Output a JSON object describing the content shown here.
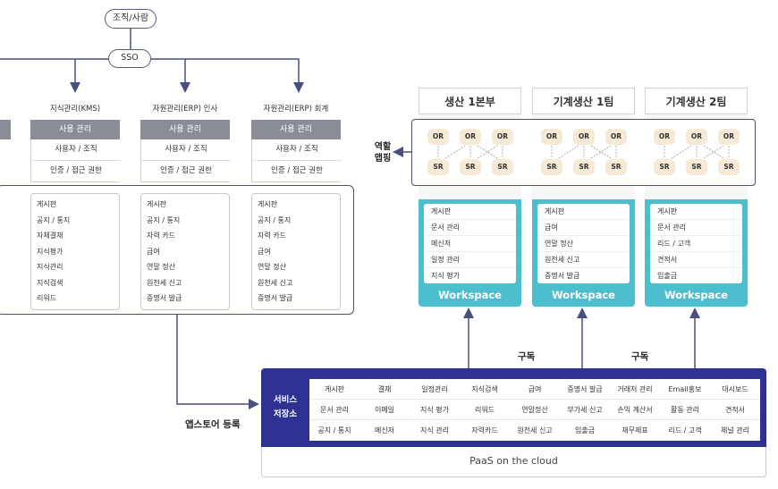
{
  "org_node": "조직/사람",
  "sso_node": "SSO",
  "systems": [
    {
      "title": "지식관리(KMS)",
      "head": "사용 관리",
      "auth": [
        "사용자 / 조직",
        "인증 / 접근 권한"
      ],
      "apps": [
        "게시판",
        "공지 / 통지",
        "자체결재",
        "지식평가",
        "지식관리",
        "지식검색",
        "리워드"
      ]
    },
    {
      "title": "자원관리(ERP) 인사",
      "head": "사용 관리",
      "auth": [
        "사용자 / 조직",
        "인증 / 접근 권한"
      ],
      "apps": [
        "게시판",
        "공지 / 통지",
        "자력 카드",
        "급여",
        "연말 정산",
        "원천세 신고",
        "증명서 발급"
      ]
    },
    {
      "title": "자원관리(ERP) 회계",
      "head": "사용 관리",
      "auth": [
        "사용자 / 조직",
        "인증 / 접근 권한"
      ],
      "apps": [
        "게시판",
        "공지 / 통지",
        "자력 카드",
        "급여",
        "연말 정산",
        "원천세 신고",
        "증명서 발급"
      ]
    }
  ],
  "workspaces": [
    {
      "name": "생산 1본부",
      "apps": [
        "게시판",
        "문서 관리",
        "메신저",
        "일정 관리",
        "지식 평가"
      ],
      "label": "Workspace"
    },
    {
      "name": "기계생산 1팀",
      "apps": [
        "게시판",
        "급여",
        "연말 정산",
        "원천세 신고",
        "증명서 발급"
      ],
      "label": "Workspace"
    },
    {
      "name": "기계생산 2팀",
      "apps": [
        "게시판",
        "문서 관리",
        "리드 / 고객",
        "견적서",
        "입출금"
      ],
      "label": "Workspace"
    }
  ],
  "role_mapping_label": "역할\n맵핑",
  "role_chip_top": "OR",
  "role_chip_bottom": "SR",
  "subscribe_label": "구독",
  "appstore_label": "앱스토어 등록",
  "service_store_label": "서비스\n저장소",
  "service_grid": [
    [
      "게시판",
      "결재",
      "일정관리",
      "지식검색",
      "급여",
      "증명서 발급",
      "거래처 관리",
      "Email홍보",
      "대시보드"
    ],
    [
      "문서 관리",
      "이메일",
      "지식 평가",
      "리워드",
      "연말정산",
      "부가세 신고",
      "손익 계산서",
      "활동 관리",
      "견적서"
    ],
    [
      "공지 / 통지",
      "메신저",
      "지식 관리",
      "자력카드",
      "원천세 신고",
      "입출금",
      "재무제표",
      "리드 / 고객",
      "체널 관리"
    ]
  ],
  "paas_label": "PaaS on the cloud",
  "colors": {
    "navy": "#2e3192",
    "frame": "#4a4f7e",
    "teal": "#4cbfcf",
    "gray_head": "#8a8d96",
    "chip": "#f6ead6"
  }
}
